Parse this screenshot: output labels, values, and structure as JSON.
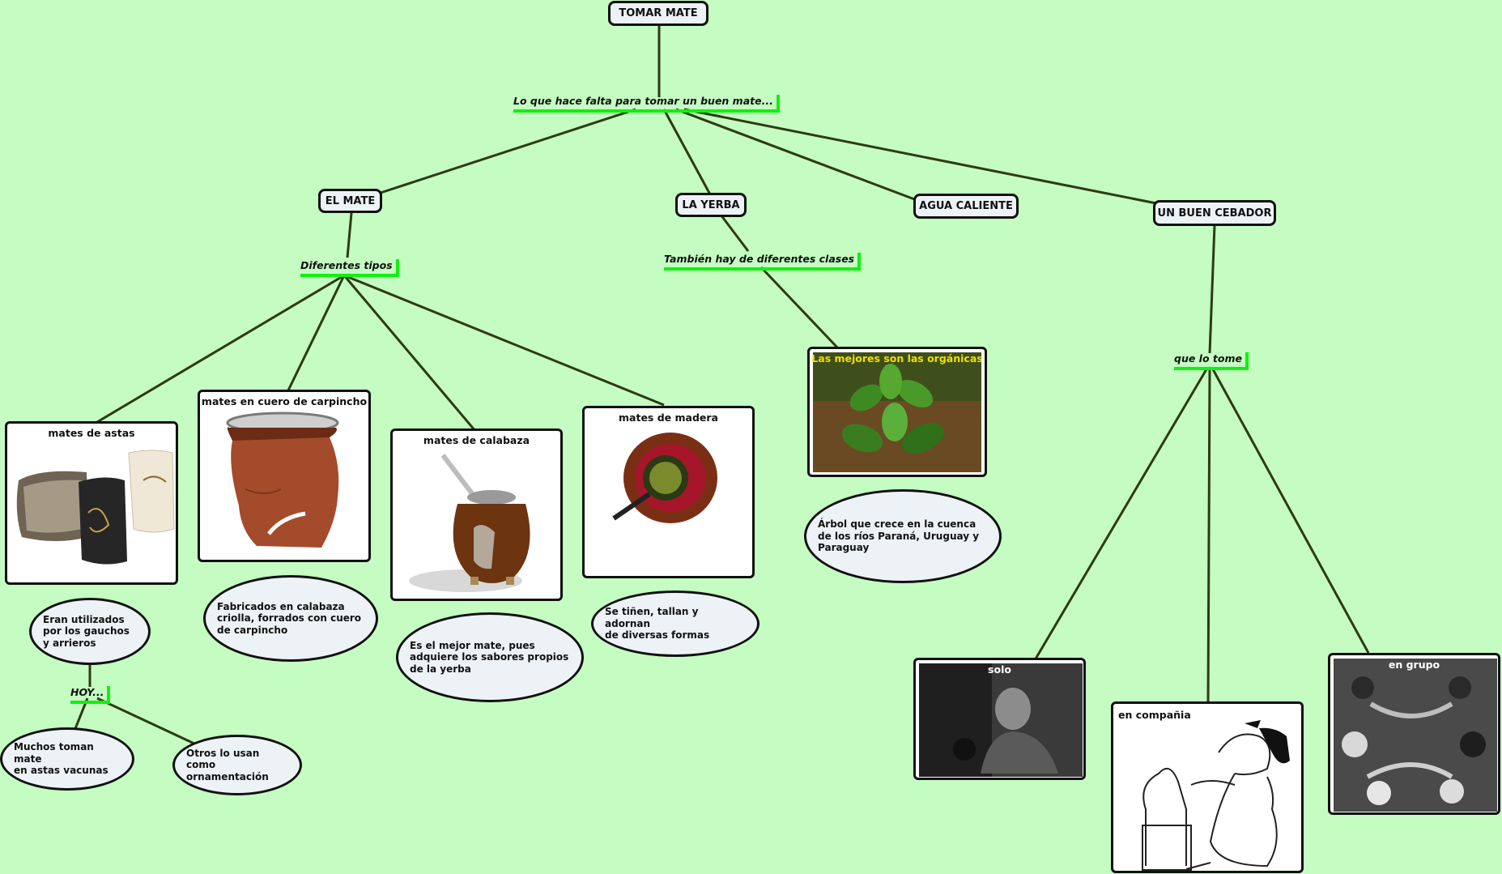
{
  "root": {
    "label": "TOMAR MATE"
  },
  "phrases": {
    "main": "Lo que hace falta para tomar un buen mate...",
    "tipos": "Diferentes tipos",
    "clases": "También hay de diferentes clases",
    "que_lo_tome": "que lo tome",
    "hoy": "HOY..."
  },
  "concepts": {
    "el_mate": "EL MATE",
    "la_yerba": "LA YERBA",
    "agua_caliente": "AGUA CALIENTE",
    "cebador": "UN BUEN CEBADOR"
  },
  "cards": {
    "astas": "mates de astas",
    "carpincho": "mates en cuero de carpincho",
    "calabaza": "mates de calabaza",
    "madera": "mates de madera",
    "yerba": "Las mejores son las orgánicas",
    "solo": "solo",
    "compania": "en compañia",
    "grupo": "en grupo"
  },
  "notes": {
    "astas": "Eran utilizados\npor los gauchos\ny arrieros",
    "carpincho": "Fabricados en calabaza\ncriolla, forrados con cuero\nde carpincho",
    "calabaza": "Es el mejor mate, pues\nadquiere los sabores propios\nde la yerba",
    "madera": "Se tiñen, tallan y adornan\nde diversas formas",
    "yerba": "Árbol que crece en la cuenca\nde los ríos Paraná, Uruguay y\nParaguay",
    "vacunas": "Muchos toman mate\nen astas vacunas",
    "ornamentacion": "Otros lo usan como\nornamentación"
  },
  "colors": {
    "background": "#c4fcc2",
    "link": "#2e3a12",
    "underline": "#12ef12",
    "node_fill": "#edf2f6",
    "yerba_caption": "#f0e000"
  }
}
